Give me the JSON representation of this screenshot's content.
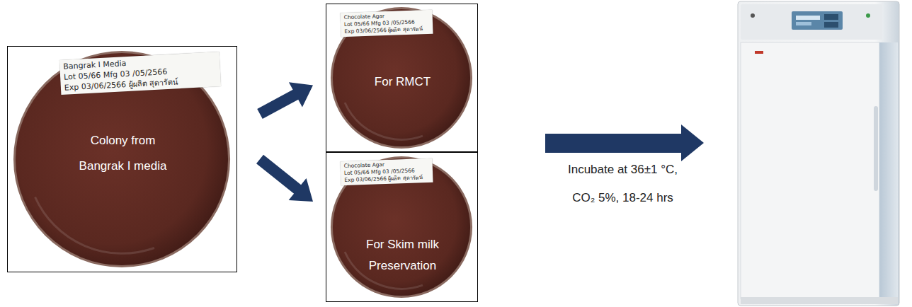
{
  "diagram": {
    "nodes": [
      {
        "text": [
          "Bangrak I Media",
          "Lot 05/66  Mfg 03 /05/2566",
          "Exp 03/06/2566 ผู้ผลิต สุดารัตน์",
          "Colony from Bangrak I media"
        ]
      },
      {
        "text": [
          "Chocolate Agar",
          "Lot 05/66  Mfg 03 /05/2566",
          "Exp 03/06/2566 ผู้ผลิต สุดารัตน์",
          "For RMCT"
        ]
      },
      {
        "text": [
          "Chocolate Agar",
          "Lot 05/66  Mfg 03 /05/2566",
          "Exp 03/06/2566 ผู้ผลิต สุดารัตน์",
          "For Skim milk Preservation"
        ]
      }
    ],
    "edges": [
      {
        "from": 0,
        "to": 1,
        "arrow": "to"
      },
      {
        "from": 0,
        "to": 2,
        "arrow": "to"
      }
    ],
    "labels": [
      "Incubate at 36±1 °C, CO₂ 5%, 18-24 hrs"
    ]
  }
}
